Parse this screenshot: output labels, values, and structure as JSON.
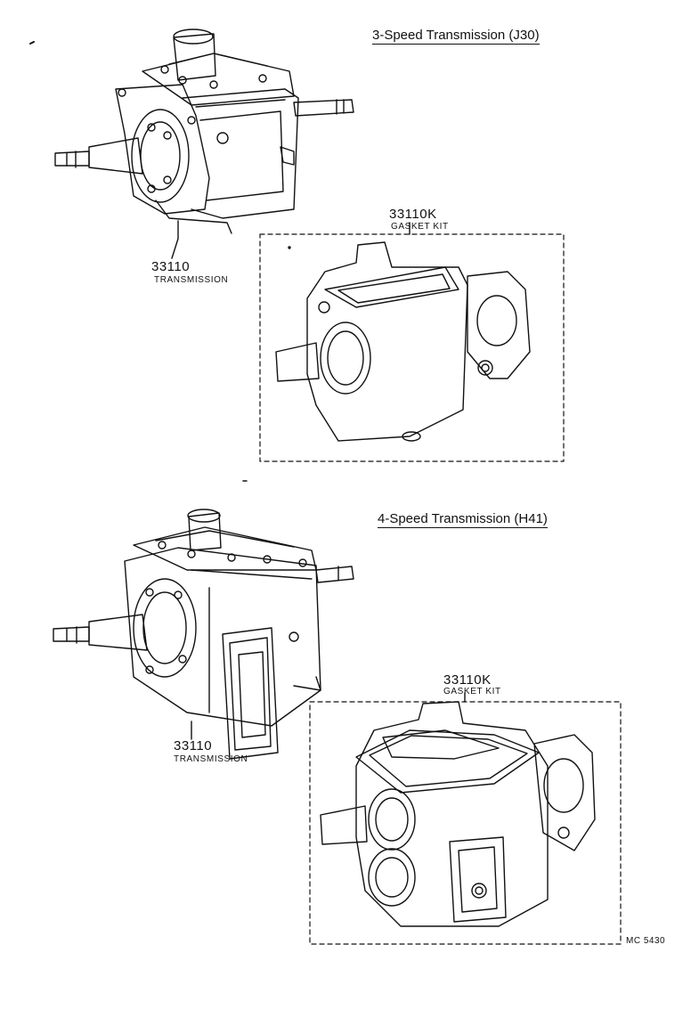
{
  "sections": [
    {
      "heading": "3-Speed Transmission (J30)",
      "transmission": {
        "part_no": "33110",
        "name": "TRANSMISSION"
      },
      "gasket_kit": {
        "part_no": "33110K",
        "name": "GASKET KIT"
      }
    },
    {
      "heading": "4-Speed Transmission (H41)",
      "transmission": {
        "part_no": "33110",
        "name": "TRANSMISSION"
      },
      "gasket_kit": {
        "part_no": "33110K",
        "name": "GASKET KIT"
      }
    }
  ],
  "reference_code": "MC 5430",
  "colors": {
    "ink": "#111111",
    "paper": "#ffffff"
  }
}
